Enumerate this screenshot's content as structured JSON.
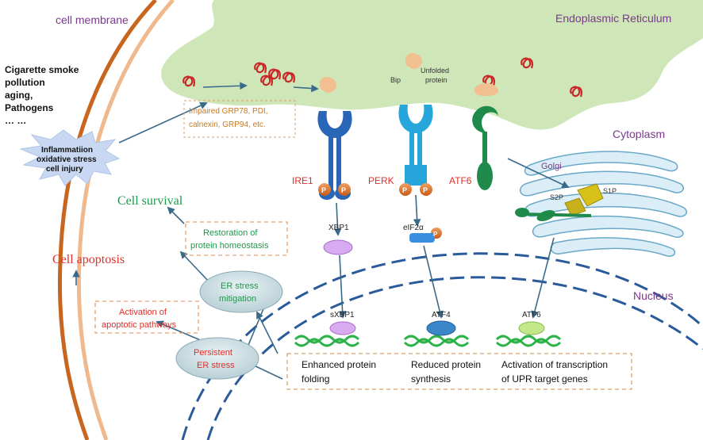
{
  "labels": {
    "cell_membrane": "cell membrane",
    "er": "Endoplasmic Reticulum",
    "cytoplasm": "Cytoplasm",
    "nucleus": "Nucleus",
    "golgi": "Golgi",
    "s2p": "S2P",
    "s1p": "S1P",
    "bip": "Bip",
    "unfolded_line1": "Unfolded",
    "unfolded_line2": "protein",
    "ire1": "IRE1",
    "perk": "PERK",
    "atf6_receptor": "ATF6",
    "p": "P",
    "xbp1": "XBP1",
    "eif2a": "eIF2α",
    "sxbp1": "sXBP1",
    "atf4": "ATF4",
    "atf6_nuclear": "ATF6"
  },
  "stimuli": [
    "Cigarette smoke",
    "pollution",
    "aging,",
    "Pathogens",
    "… …"
  ],
  "inflammation": [
    "Inflammatiion",
    "oxidative stress",
    "cell injury"
  ],
  "impaired": [
    "Impaired GRP78, PDI,",
    "calnexin,  GRP94, etc."
  ],
  "outcomes": {
    "cell_survival": "Cell survival",
    "cell_apoptosis": "Cell apoptosis"
  },
  "boxes": {
    "restoration": [
      "Restoration of",
      "protein homeostasis"
    ],
    "activation": [
      "Activation of",
      "apoptotic pathways"
    ]
  },
  "ovals": {
    "mitigation": [
      "ER stress",
      "mitigation"
    ],
    "persistent": [
      "Persistent",
      "ER stress"
    ]
  },
  "effects": {
    "enhanced": [
      "Enhanced protein",
      "folding"
    ],
    "reduced": [
      "Reduced protein",
      "synthesis"
    ],
    "activation_transcription": [
      "Activation of transcription",
      "of UPR target genes"
    ]
  },
  "colors": {
    "membrane_outer": "#c8651f",
    "membrane_inner": "#f0b98d",
    "er_fill": "#cfe6b8",
    "purple_text": "#7a3a8a",
    "red_text": "#e0302a",
    "green_text": "#1a9a4a",
    "nucleus_dash": "#2a5a9a",
    "ire1_blue": "#2a66b8",
    "perk_cyan": "#27a6dc",
    "atf6_green": "#1f8a4a",
    "phospho_orange": "#e07a2a",
    "arrow": "#3a6a8a"
  }
}
